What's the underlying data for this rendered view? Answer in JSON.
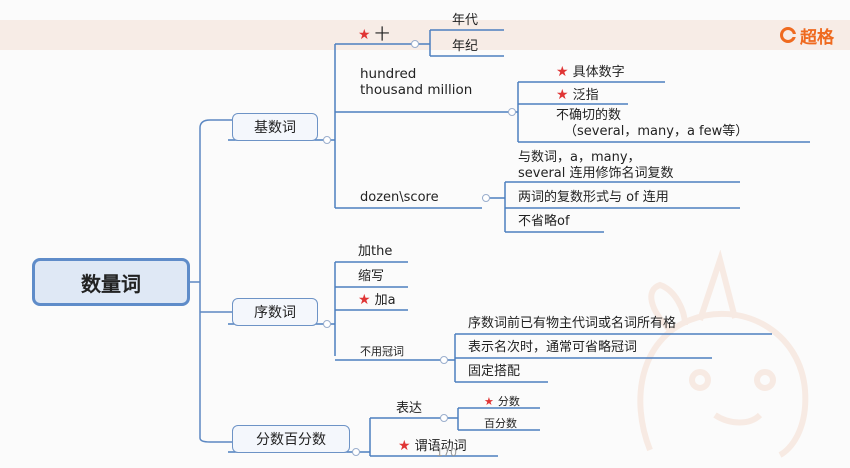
{
  "header": {
    "logo_text": "超格"
  },
  "mindmap": {
    "root": "数量词",
    "cardinal": {
      "label": "基数词",
      "ten": {
        "label": "十",
        "children": [
          "年代",
          "年纪"
        ]
      },
      "hundred": {
        "label_line1": "hundred",
        "label_line2": "thousand million",
        "children": {
          "specific": "具体数字",
          "general": "泛指",
          "uncertain_line1": "不确切的数",
          "uncertain_line2": "（several，many，a few等）"
        }
      },
      "dozen": {
        "label": "dozen\\score",
        "children": {
          "with_words_line1": "与数词，a，many，",
          "with_words_line2": "several 连用修饰名词复数",
          "plural_of": "两词的复数形式与 of 连用",
          "keep_of": "不省略of"
        }
      }
    },
    "ordinal": {
      "label": "序数词",
      "add_the": "加the",
      "abbr": "缩写",
      "add_a": "加a",
      "no_article": {
        "label": "不用冠词",
        "children": [
          "序数词前已有物主代词或名词所有格",
          "表示名次时，通常可省略冠词",
          "固定搭配"
        ]
      }
    },
    "fraction": {
      "label": "分数百分数",
      "expression": {
        "label": "表达",
        "children": [
          "分数",
          "百分数"
        ]
      },
      "predicate": "谓语动词"
    }
  },
  "page_number": "170"
}
